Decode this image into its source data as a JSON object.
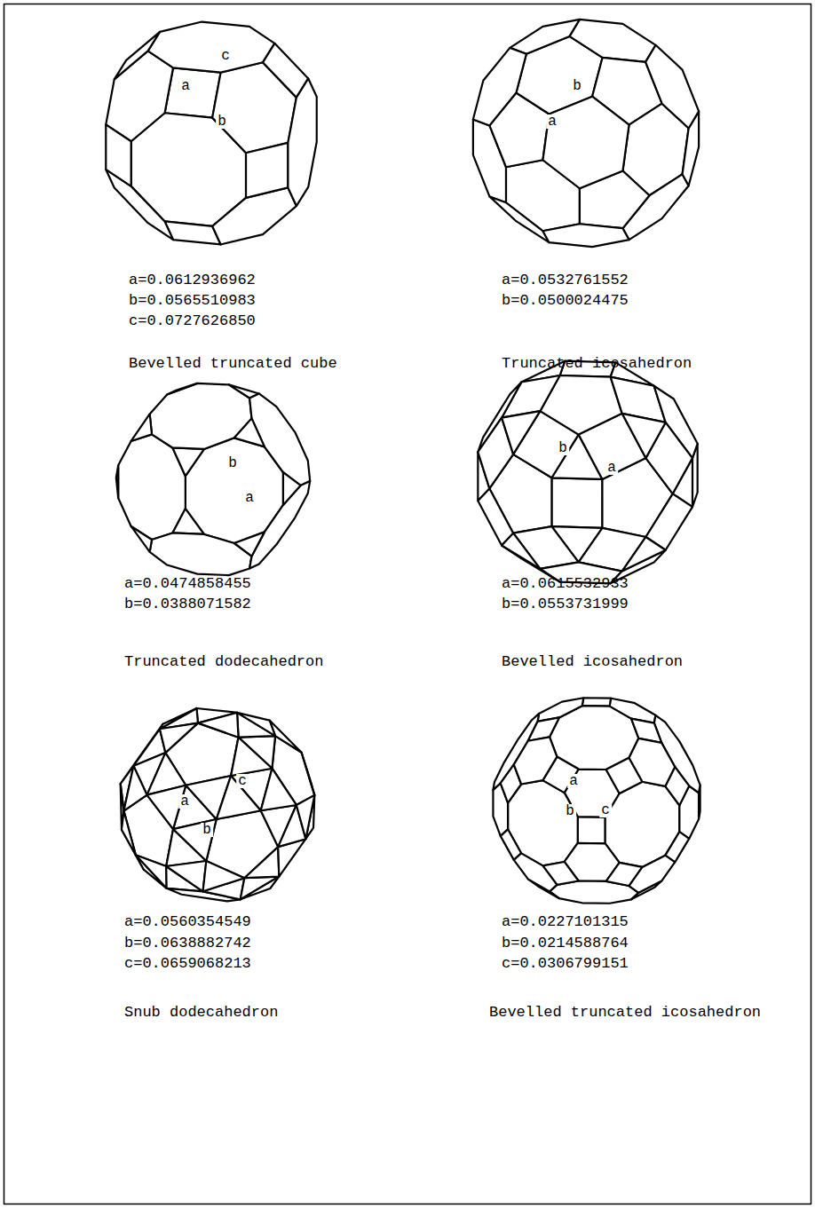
{
  "diagram": {
    "labels": [
      "c",
      "a",
      "b",
      "a=0.0612936962",
      "b=0.0565510983",
      "c=0.0727626850",
      "Bevelled truncated cube",
      "b",
      "a",
      "a=0.0532761552",
      "b=0.0500024475",
      "Truncated icosahedron",
      "b",
      "a",
      "a=0.0474858455",
      "b=0.0388071582",
      "Truncated dodecahedron",
      "b",
      "a",
      "a=0.0615532933",
      "b=0.0553731999",
      "Bevelled icosahedron",
      "c",
      "a",
      "b",
      "a=0.0560354549",
      "b=0.0638882742",
      "c=0.0659068213",
      "Snub dodecahedron",
      "a",
      "b",
      "c",
      "a=0.0227101315",
      "b=0.0214588764",
      "c=0.0306799151",
      "Bevelled truncated icosahedron"
    ]
  }
}
